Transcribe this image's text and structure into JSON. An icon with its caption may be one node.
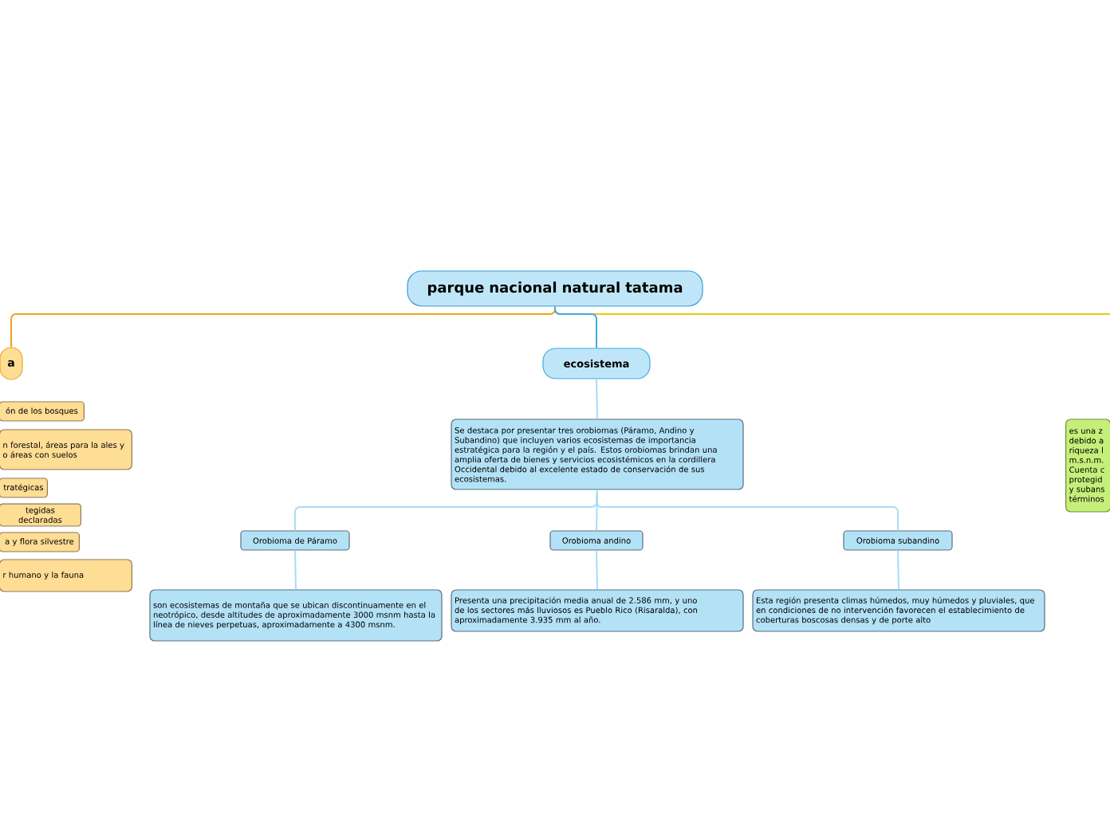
{
  "diagram": {
    "nodes": [
      {
        "text": [
          "parque nacional natural tatama"
        ]
      },
      {
        "text": [
          "a"
        ]
      },
      {
        "text": [
          "ón de los bosques"
        ]
      },
      {
        "text": [
          "n forestal, áreas para la ales y o áreas con suelos"
        ]
      },
      {
        "text": [
          "tratégicas"
        ]
      },
      {
        "text": [
          "tegidas declaradas"
        ]
      },
      {
        "text": [
          "a y flora silvestre"
        ]
      },
      {
        "text": [
          "r humano y la fauna"
        ]
      },
      {
        "text": [
          "ecosistema"
        ]
      },
      {
        "text": [
          "Se destaca por presentar tres orobiomas (Páramo, Andino y Subandino) que incluyen varios ecosistemas de importancia estratégica para la región y el país. Estos orobiomas brindan una amplia oferta de bienes y servicios ecosistémicos en la cordillera Occidental debido al excelente estado de conservación de sus ecosistemas."
        ]
      },
      {
        "text": [
          "Orobioma de Páramo"
        ]
      },
      {
        "text": [
          "Orobioma andino"
        ]
      },
      {
        "text": [
          "Orobioma subandino"
        ]
      },
      {
        "text": [
          "son ecosistemas de montaña que se ubican discontinuamente en el neotrópico, desde altitudes de aproximadamente 3000 msnm hasta la línea de nieves perpetuas, aproximadamente a 4300 msnm."
        ]
      },
      {
        "text": [
          "Presenta una precipitación media anual de 2.586 mm, y uno de los sectores más lluviosos es Pueblo Rico (Risaralda), con aproximadamente 3.935 mm al año."
        ]
      },
      {
        "text": [
          "Esta región presenta climas húmedos, muy húmedos y pluviales, que en condiciones de no intervención favorecen el establecimiento de coberturas boscosas densas y de porte alto"
        ]
      },
      {
        "text": [
          "es una z debido a riqueza l m.s.n.m. Cuenta c protegid y subans términos"
        ]
      }
    ],
    "edges": [
      {
        "from": 0,
        "to": 1,
        "arrow": "none",
        "color": "#f0a020"
      },
      {
        "from": 0,
        "to": null,
        "arrow": "none",
        "color": "#e6cc10"
      },
      {
        "from": 0,
        "to": 8,
        "arrow": "none",
        "color": "#3aaee0"
      },
      {
        "from": 8,
        "to": 9,
        "arrow": "none"
      },
      {
        "from": 9,
        "to": 10,
        "arrow": "none"
      },
      {
        "from": 9,
        "to": 11,
        "arrow": "none"
      },
      {
        "from": 9,
        "to": 12,
        "arrow": "none"
      },
      {
        "from": 10,
        "to": 13,
        "arrow": "none"
      },
      {
        "from": 11,
        "to": 14,
        "arrow": "none"
      },
      {
        "from": 12,
        "to": 15,
        "arrow": "none"
      }
    ]
  }
}
